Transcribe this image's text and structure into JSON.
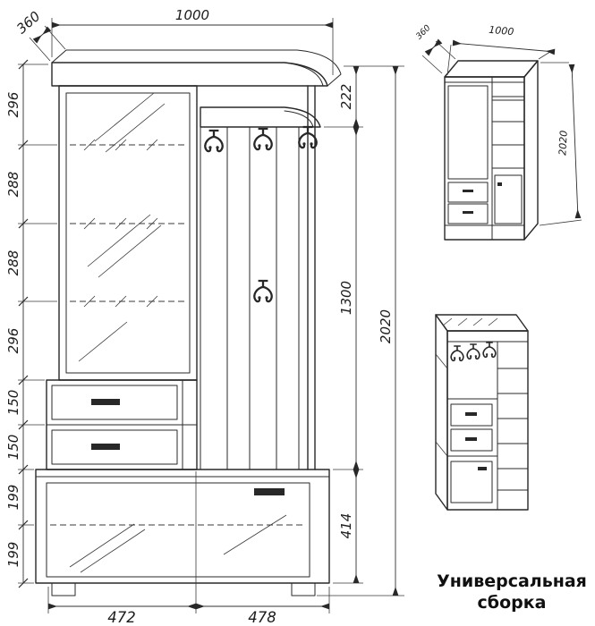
{
  "caption": {
    "line1": "Универсальная",
    "line2": "сборка"
  },
  "front": {
    "dims": {
      "width": "1000",
      "depth": "360",
      "left_chain": [
        "296",
        "288",
        "288",
        "296",
        "150",
        "150",
        "199",
        "199"
      ],
      "right_chain": [
        "222",
        "1300",
        "414"
      ],
      "total_height": "2020",
      "bottom": [
        "472",
        "478"
      ]
    }
  },
  "iso": {
    "dims": {
      "depth": "360",
      "width": "1000",
      "height": "2020"
    }
  },
  "icons": {
    "hook": "coat-hook-icon"
  },
  "colors": {
    "line": "#282828",
    "background": "#ffffff"
  }
}
